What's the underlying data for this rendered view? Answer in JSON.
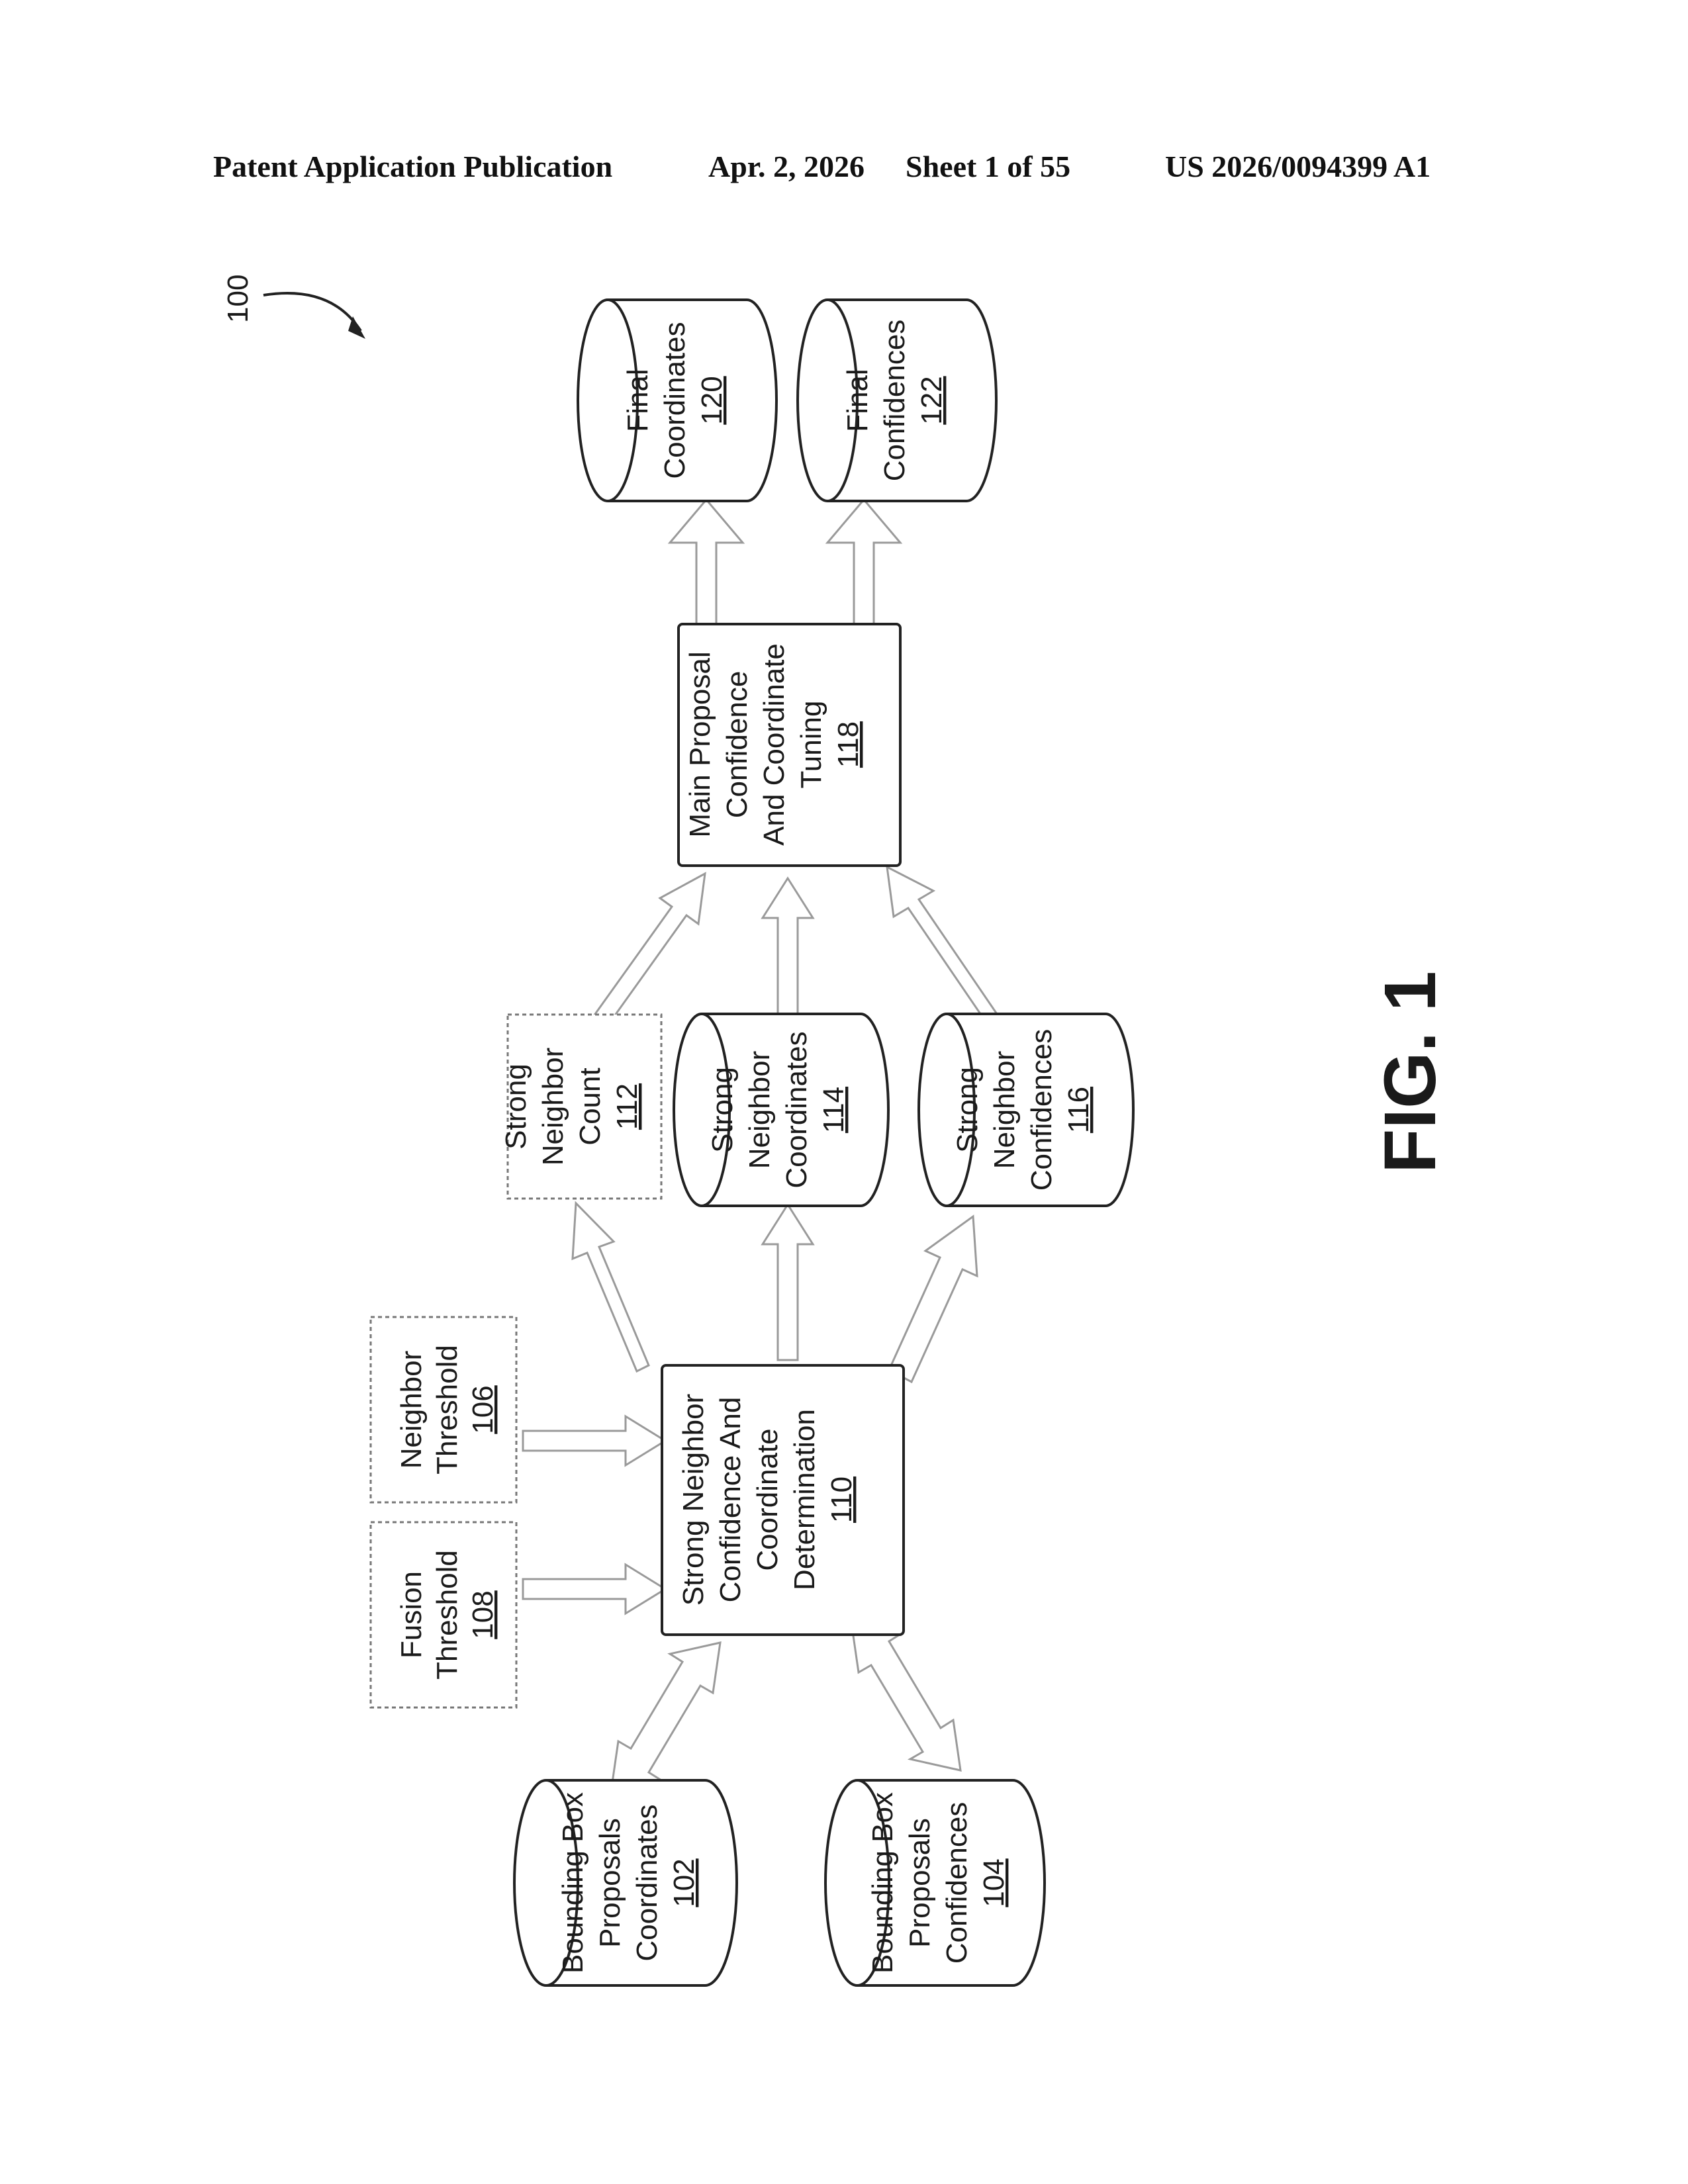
{
  "header": {
    "left": "Patent Application Publication",
    "date": "Apr. 2, 2026",
    "sheet": "Sheet 1 of 55",
    "number": "US 2026/0094399 A1"
  },
  "figure": {
    "ref": "100",
    "caption": "FIG. 1"
  },
  "nodes": {
    "bbox_coords": {
      "lines": [
        "Bounding Box",
        "Proposals",
        "Coordinates"
      ],
      "ref": "102"
    },
    "bbox_conf": {
      "lines": [
        "Bounding Box",
        "Proposals",
        "Confidences"
      ],
      "ref": "104"
    },
    "neighbor_threshold": {
      "lines": [
        "Neighbor",
        "Threshold"
      ],
      "ref": "106"
    },
    "fusion_threshold": {
      "lines": [
        "Fusion",
        "Threshold"
      ],
      "ref": "108"
    },
    "strong_det": {
      "lines": [
        "Strong Neighbor",
        "Confidence And",
        "Coordinate",
        "Determination"
      ],
      "ref": "110"
    },
    "strong_count": {
      "lines": [
        "Strong",
        "Neighbor",
        "Count"
      ],
      "ref": "112"
    },
    "strong_coords": {
      "lines": [
        "Strong",
        "Neighbor",
        "Coordinates"
      ],
      "ref": "114"
    },
    "strong_conf": {
      "lines": [
        "Strong",
        "Neighbor",
        "Confidences"
      ],
      "ref": "116"
    },
    "main_tuning": {
      "lines": [
        "Main Proposal",
        "Confidence",
        "And Coordinate",
        "Tuning"
      ],
      "ref": "118"
    },
    "final_coords": {
      "lines": [
        "Final",
        "Coordinates"
      ],
      "ref": "120"
    },
    "final_conf": {
      "lines": [
        "Final",
        "Confidences"
      ],
      "ref": "122"
    }
  }
}
